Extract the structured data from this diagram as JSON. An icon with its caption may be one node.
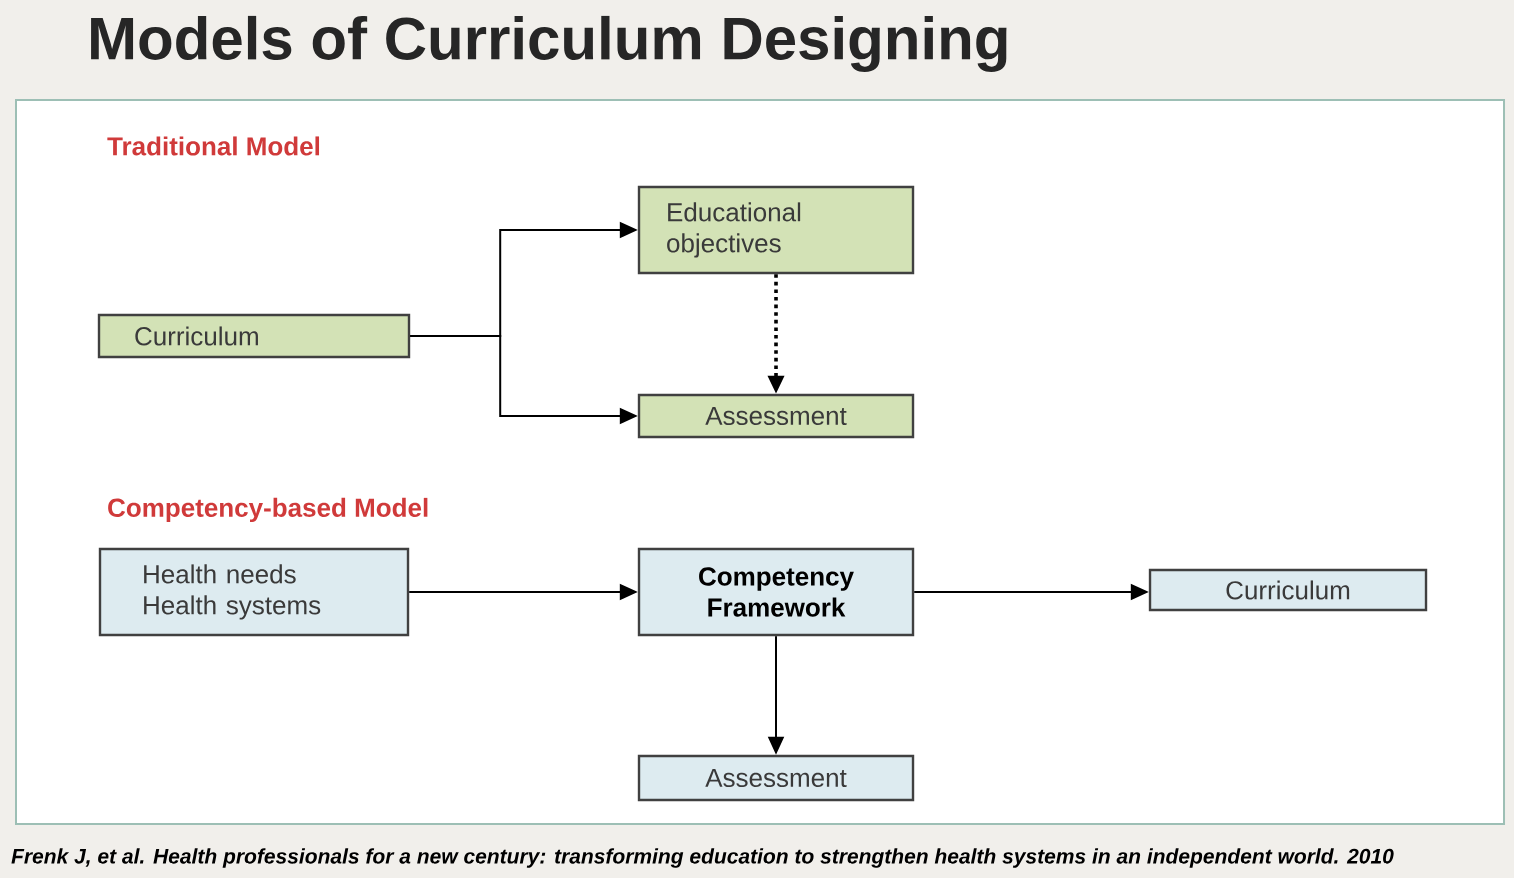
{
  "diagram": {
    "title": "Models of Curriculum Designing",
    "caption": "Frenk J, et al. Health professionals for a new century: transforming education to strengthen health systems in an independent world. 2010",
    "nodes": [
      {
        "text": [
          "Curriculum"
        ]
      },
      {
        "text": [
          "Educational objectives"
        ]
      },
      {
        "text": [
          "Assessment"
        ]
      },
      {
        "text": [
          "Health needs Health systems"
        ]
      },
      {
        "text": [
          "Competency Framework"
        ]
      },
      {
        "text": [
          "Curriculum"
        ]
      },
      {
        "text": [
          "Assessment"
        ]
      }
    ],
    "edges": [
      {
        "from": 0,
        "to": 1,
        "arrow": "to"
      },
      {
        "from": 0,
        "to": 2,
        "arrow": "to"
      },
      {
        "from": 1,
        "to": 2,
        "arrow": "to",
        "style": "dashed"
      },
      {
        "from": 3,
        "to": 4,
        "arrow": "to"
      },
      {
        "from": 4,
        "to": 5,
        "arrow": "to"
      },
      {
        "from": 4,
        "to": 6,
        "arrow": "to"
      }
    ],
    "labels": [
      "Traditional Model",
      "Competency-based Model"
    ]
  }
}
